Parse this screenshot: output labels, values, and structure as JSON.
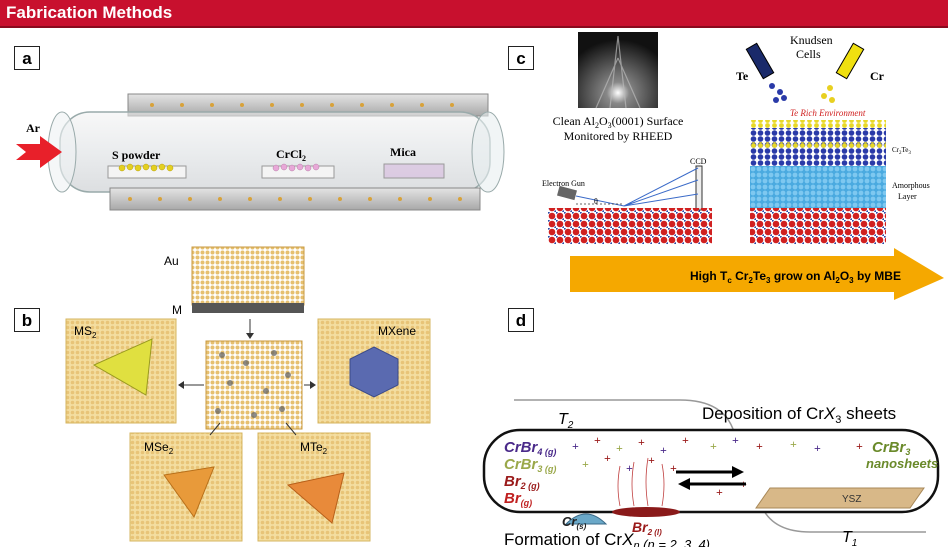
{
  "header": {
    "title": "Fabrication Methods"
  },
  "panels": {
    "a": "a",
    "b": "b",
    "c": "c",
    "d": "d"
  },
  "panel_a": {
    "gas": "Ar",
    "boat1": "S powder",
    "boat2": "CrCl",
    "boat2_sub": "2",
    "boat3": "Mica"
  },
  "panel_b": {
    "au": "Au",
    "m": "M",
    "ms2": "MS",
    "ms2_sub": "2",
    "mxene": "MXene",
    "mse2": "MSe",
    "mse2_sub": "2",
    "mte2": "MTe",
    "mte2_sub": "2"
  },
  "panel_c": {
    "knudsen1": "Knudsen",
    "knudsen2": "Cells",
    "te": "Te",
    "cr": "Cr",
    "rheed1": "Clean Al",
    "rheed1_s1": "2",
    "rheed1_o": "O",
    "rheed1_s2": "3",
    "rheed1_end": "(0001) Surface",
    "rheed2": "Monitored by RHEED",
    "ccd": "CCD",
    "egun": "Electron Gun",
    "theta": "θ",
    "terich": "Te Rich Environment",
    "cr2te3": "Cr",
    "cr2te3_s1": "2",
    "cr2te3_te": "Te",
    "cr2te3_s2": "3",
    "amorph1": "Amorphous",
    "amorph2": "Layer",
    "arrow": {
      "p1": "High T",
      "p1_sub": "c",
      "p2": " Cr",
      "p2_sub1": "2",
      "p3": "Te",
      "p3_sub2": "3",
      "p4": " grow on Al",
      "p4_sub1": "2",
      "p5": "O",
      "p5_sub2": "3",
      "p6": " by MBE"
    }
  },
  "panel_d": {
    "t2": "T",
    "t2_sub": "2",
    "t1": "T",
    "t1_sub": "1",
    "deposition": "Deposition of Cr",
    "deposition_x": "X",
    "deposition_sub": "3",
    "deposition_end": " sheets",
    "crbr4": "CrBr",
    "crbr4_sub": "4 (g)",
    "crbr3": "CrBr",
    "crbr3_sub": "3 (g)",
    "br2": "Br",
    "br2_sub": "2 (g)",
    "br": "Br",
    "br_sub": "(g)",
    "cr": "Cr",
    "cr_sub": "(s)",
    "br2l": "Br",
    "br2l_sub": "2 (l)",
    "nano1": "CrBr",
    "nano1_sub": "3",
    "nano2": "nanosheets",
    "ysz": "YSZ",
    "formation": "Formation of Cr",
    "formation_x": "X",
    "formation_n": "n",
    "formation_end": " (n = 2, 3, 4)"
  },
  "colors": {
    "header": "#c8102e",
    "arrow": "#f5a800",
    "crbr4": "#4a2a8a",
    "crbr3": "#9aa84a",
    "br": "#9a1a1a",
    "nanosheets": "#6a8a2a"
  }
}
